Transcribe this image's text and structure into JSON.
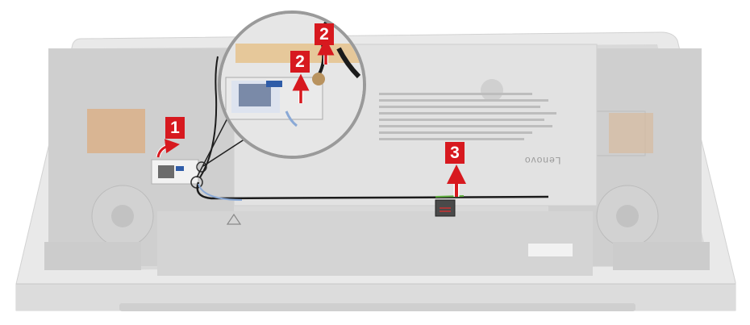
{
  "diagram": {
    "brand_label": "Lenovo",
    "steps": [
      {
        "number": "1",
        "action": "rotate-arrow"
      },
      {
        "number": "2",
        "action": "lift-up-arrow"
      },
      {
        "number": "2",
        "action": "lift-up-arrow"
      },
      {
        "number": "3",
        "action": "lift-up-arrow"
      }
    ],
    "colors": {
      "callout_red": "#d7191f",
      "chassis": "#e6e6e6",
      "board": "#d6d6d6",
      "copper": "#d9b593",
      "cable_black": "#1b1b1b",
      "cable_blue": "#8aa9d6",
      "magnifier_ring": "#9a9a9a"
    }
  }
}
